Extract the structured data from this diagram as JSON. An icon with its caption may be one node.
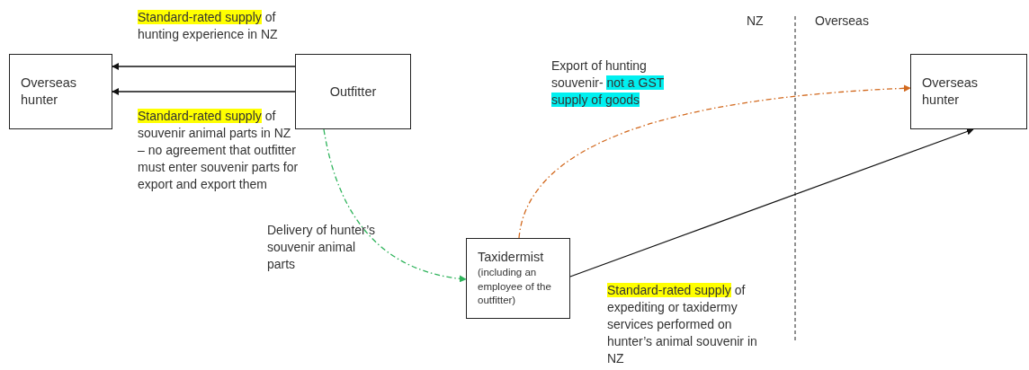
{
  "diagram": {
    "nodes": [
      {
        "text": [
          "Overseas hunter"
        ]
      },
      {
        "text": [
          "Outfitter"
        ]
      },
      {
        "text": [
          "Taxidermist",
          "(including an employee of the outfitter)"
        ]
      },
      {
        "text": [
          "Overseas hunter"
        ]
      }
    ],
    "edges": [
      {
        "from": 1,
        "to": 0,
        "arrow": "to",
        "label": "**Standard-rated supply** of hunting experience in NZ"
      },
      {
        "from": 1,
        "to": 0,
        "arrow": "to",
        "label": "**Standard-rated supply** of souvenir animal parts in NZ – no agreement that outfitter must enter souvenir parts for export and export them"
      },
      {
        "from": 1,
        "to": 2,
        "arrow": "to",
        "style": "dashed",
        "color": "#2db35a",
        "label": "Delivery of hunter’s souvenir animal parts"
      },
      {
        "from": 2,
        "to": 3,
        "arrow": "to",
        "label": "**Standard-rated supply** of expediting or taxidermy services performed on hunter’s animal souvenir in NZ"
      },
      {
        "from": 2,
        "to": 3,
        "arrow": "to",
        "style": "dashed",
        "color": "#d2691e",
        "label": "Export of hunting souvenir- *not a GST supply of goods*"
      }
    ],
    "labels": [
      "NZ",
      "Overseas"
    ]
  }
}
